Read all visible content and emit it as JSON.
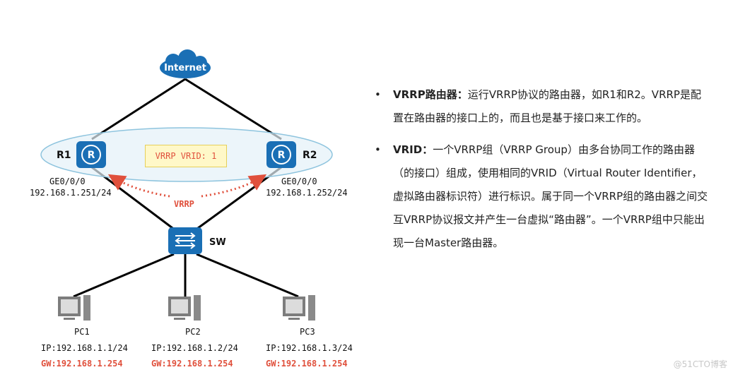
{
  "diagram": {
    "internet_label": "Internet",
    "r1_label": "R1",
    "r2_label": "R2",
    "vrid_box": "VRRP VRID: 1",
    "vrrp_label": "VRRP",
    "r1_iface": "GE0/0/0",
    "r1_ip": "192.168.1.251/24",
    "r2_iface": "GE0/0/0",
    "r2_ip": "192.168.1.252/24",
    "sw_label": "SW",
    "pcs": [
      {
        "name": "PC1",
        "ip": "IP:192.168.1.1/24",
        "gw": "GW:192.168.1.254"
      },
      {
        "name": "PC2",
        "ip": "IP:192.168.1.2/24",
        "gw": "GW:192.168.1.254"
      },
      {
        "name": "PC3",
        "ip": "IP:192.168.1.3/24",
        "gw": "GW:192.168.1.254"
      }
    ],
    "colors": {
      "device_blue": "#1a6fb5",
      "vrrp_red": "#e0503c",
      "ellipse_fill": "#e4f1f8",
      "ellipse_stroke": "#8ec4de"
    }
  },
  "bullets": [
    {
      "term": "VRRP路由器：",
      "text": "运行VRRP协议的路由器，如R1和R2。VRRP是配置在路由器的接口上的，而且也是基于接口来工作的。"
    },
    {
      "term": "VRID：",
      "text": "一个VRRP组（VRRP Group）由多台协同工作的路由器（的接口）组成，使用相同的VRID（Virtual Router Identifier，虚拟路由器标识符）进行标识。属于同一个VRRP组的路由器之间交互VRRP协议报文并产生一台虚拟“路由器”。一个VRRP组中只能出现一台Master路由器。"
    }
  ],
  "watermark": "@51CTO博客"
}
